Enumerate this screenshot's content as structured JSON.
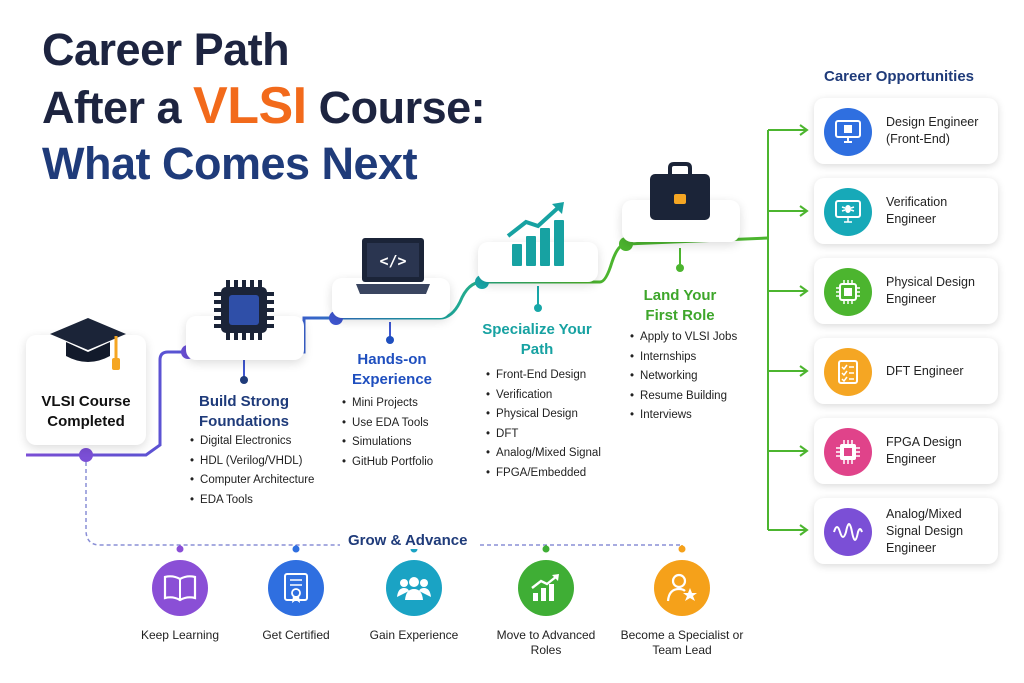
{
  "title": {
    "line1": "Career Path",
    "line2_before": "After a ",
    "line2_highlight": "VLSI",
    "line2_after": " Course:",
    "line3": "What Comes Next"
  },
  "start": {
    "label": "VLSI Course Completed",
    "icon": "graduation-cap-icon"
  },
  "steps": [
    {
      "title": "Build Strong Foundations",
      "icon": "chip-icon",
      "color": "#1f3b7a",
      "bullets": [
        "Digital Electronics",
        "HDL (Verilog/VHDL)",
        "Computer Architecture",
        "EDA Tools"
      ]
    },
    {
      "title": "Hands-on Experience",
      "icon": "laptop-code-icon",
      "color": "#1f4fbf",
      "bullets": [
        "Mini Projects",
        "Use EDA Tools",
        "Simulations",
        "GitHub Portfolio"
      ]
    },
    {
      "title": "Specialize Your Path",
      "icon": "growth-chart-icon",
      "color": "#17a2a2",
      "bullets": [
        "Front-End Design",
        "Verification",
        "Physical Design",
        "DFT",
        "Analog/Mixed Signal",
        "FPGA/Embedded"
      ]
    },
    {
      "title": "Land Your First Role",
      "icon": "briefcase-icon",
      "color": "#3ea62b",
      "bullets": [
        "Apply to VLSI Jobs",
        "Internships",
        "Networking",
        "Resume Building",
        "Interviews"
      ]
    }
  ],
  "opportunities": {
    "title": "Career Opportunities",
    "items": [
      {
        "label": "Design Engineer (Front-End)",
        "icon": "monitor-chip-icon",
        "color": "#2f6fe0"
      },
      {
        "label": "Verification Engineer",
        "icon": "monitor-bug-icon",
        "color": "#17a9b8"
      },
      {
        "label": "Physical Design Engineer",
        "icon": "circuit-chip-icon",
        "color": "#4cb52f"
      },
      {
        "label": "DFT Engineer",
        "icon": "checklist-icon",
        "color": "#f5a623"
      },
      {
        "label": "FPGA Design Engineer",
        "icon": "fpga-chip-icon",
        "color": "#e0438a"
      },
      {
        "label": "Analog/Mixed Signal Design Engineer",
        "icon": "waveform-icon",
        "color": "#7b4fd6"
      }
    ]
  },
  "grow": {
    "title": "Grow & Advance",
    "items": [
      {
        "label": "Keep Learning",
        "icon": "book-icon",
        "color": "#8a4fd6"
      },
      {
        "label": "Get Certified",
        "icon": "certificate-icon",
        "color": "#2f6fe0"
      },
      {
        "label": "Gain Experience",
        "icon": "team-icon",
        "color": "#1aa3c4"
      },
      {
        "label": "Move to Advanced Roles",
        "icon": "rising-chart-icon",
        "color": "#3fae35"
      },
      {
        "label": "Become a Specialist or Team Lead",
        "icon": "leader-star-icon",
        "color": "#f5a11a"
      }
    ]
  }
}
